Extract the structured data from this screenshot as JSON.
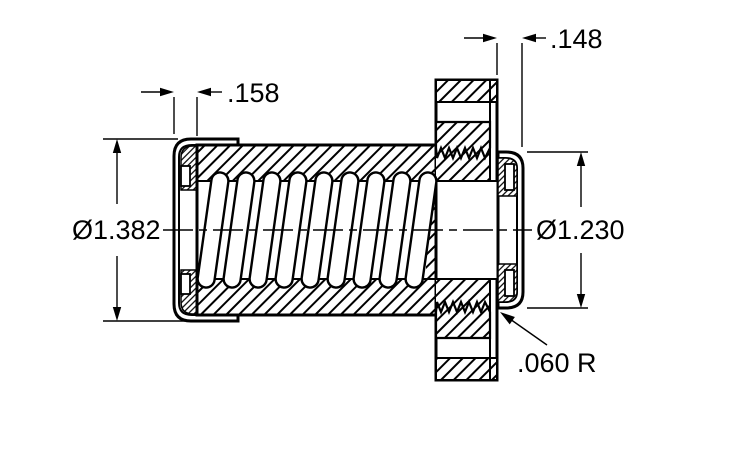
{
  "drawing": {
    "type": "engineering-cross-section",
    "colors": {
      "line": "#000000",
      "background": "#ffffff"
    },
    "labels": {
      "offset_left": ".158",
      "offset_right": ".148",
      "outer_diameter": "Ø1.382",
      "inner_diameter": "Ø1.230",
      "corner_radius": ".060 R"
    }
  }
}
